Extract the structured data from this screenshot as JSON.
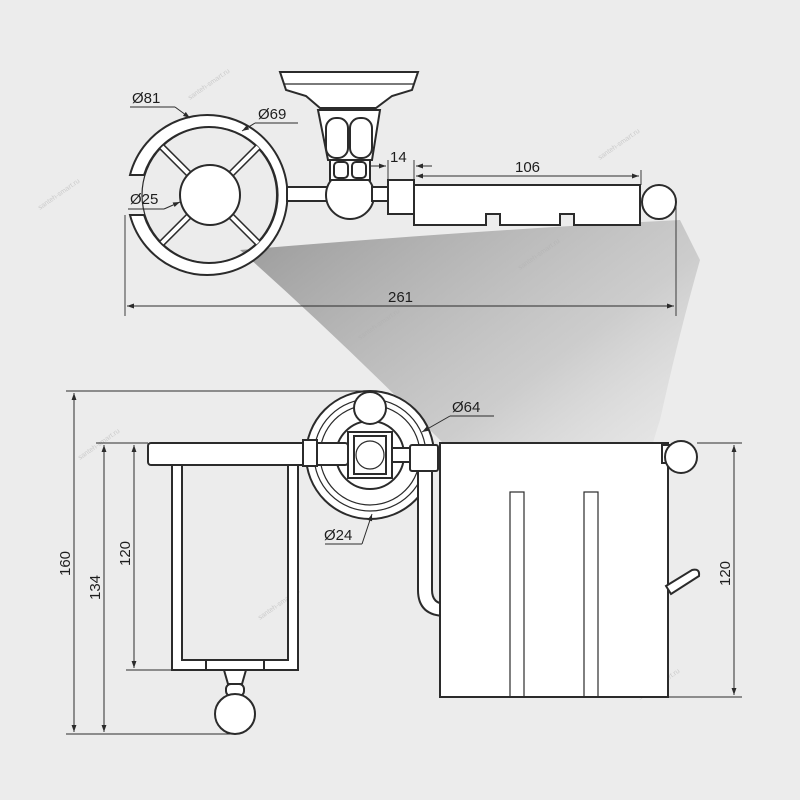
{
  "dimensions": {
    "d81": "Ø81",
    "d69": "Ø69",
    "d25": "Ø25",
    "len14": "14",
    "len106": "106",
    "len261": "261",
    "d64": "Ø64",
    "d24": "Ø24",
    "h160": "160",
    "h134": "134",
    "h120_left": "120",
    "h120_right": "120"
  },
  "watermark": "santeh-smart.ru",
  "colors": {
    "background": "#ececec",
    "line": "#2b2b2b",
    "part_fill": "#ffffff",
    "shadow": "#9a9a9a"
  }
}
